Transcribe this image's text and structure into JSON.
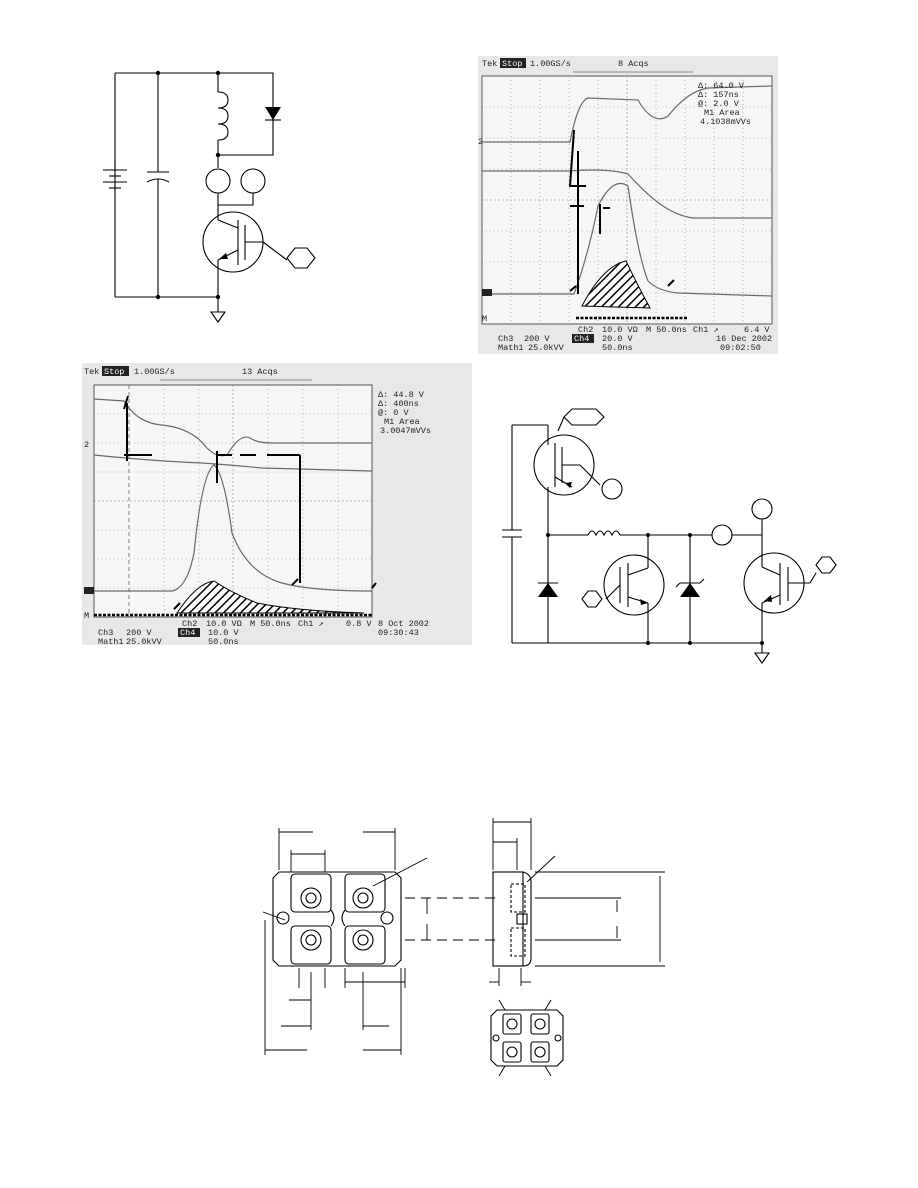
{
  "scope1": {
    "brand": "Tek",
    "status": "Stop",
    "rate": "1.00GS/s",
    "acqs": "8 Acqs",
    "meas_dv": "Δ: 64.0 V",
    "meas_dt": "Δ: 157ns",
    "meas_at": "@: 2.0 V",
    "meas_area": "M1 Area",
    "meas_val": "4.1038mVVs",
    "ch3": "Ch3",
    "ch3_scale": "200 V",
    "ch4_tag": "Ch4",
    "ch4_scale": "20.0 V",
    "ch2": "Ch2",
    "ch2_scale": "10.0 VΩ",
    "timebase": "M 50.0ns",
    "trig": "Ch1 ↗",
    "trig_level": "6.4 V",
    "math": "Math1",
    "math_scale": "25.0kVV",
    "math_time": "50.0ns",
    "date": "16 Dec 2002",
    "time": "09:02:50",
    "marker_2": "2",
    "marker_m": "M"
  },
  "scope2": {
    "brand": "Tek",
    "status": "Stop",
    "rate": "1.00GS/s",
    "acqs": "13 Acqs",
    "meas_dv": "Δ: 44.8 V",
    "meas_dt": "Δ: 400ns",
    "meas_at": "@: 0 V",
    "meas_area": "M1 Area",
    "meas_val": "3.0047mVVs",
    "ch3": "Ch3",
    "ch3_scale": "200 V",
    "ch4_tag": "Ch4",
    "ch4_scale": "10.0 V",
    "ch2": "Ch2",
    "ch2_scale": "10.0 VΩ",
    "timebase": "M 50.0ns",
    "trig": "Ch1 ↗",
    "trig_level": "0.8 V",
    "math": "Math1",
    "math_scale": "25.0kVV",
    "math_time": "50.0ns",
    "date": "8 Oct 2002",
    "time": "09:30:43",
    "marker_2": "2",
    "marker_m": "M"
  }
}
